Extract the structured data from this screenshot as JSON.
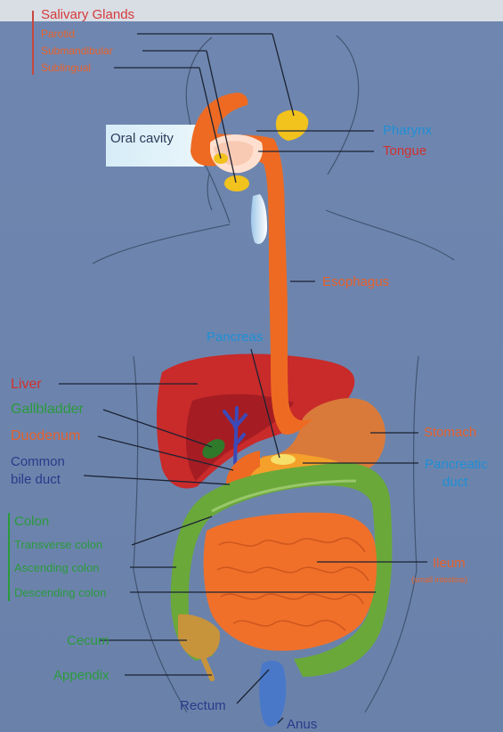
{
  "diagram": {
    "colors": {
      "background": "#6b84ad",
      "background_top": "#d9dde4",
      "outline": "#3f4f6c",
      "salivary_label": "#d63a3a",
      "salivary_bracket": "#c8473f",
      "orange_label": "#e8612c",
      "red_label": "#d0312f",
      "blue_label": "#1e8fd6",
      "green_label": "#2a9a3c",
      "navy_label": "#2a3a8a",
      "esophagus": "#ee6a22",
      "liver": "#c92a2a",
      "liver_shadow": "#9c1a22",
      "stomach": "#d97a3a",
      "gland": "#f2c21d",
      "colon": "#6aa83a",
      "colon_dark": "#4d8a2c",
      "small_intestine": "#f0702a",
      "rectum": "#4a78c8",
      "bile": "#3b4ab8",
      "oral_box": "#d8ecf7",
      "leader": "#1b2233"
    },
    "labels": {
      "salivary_glands": "Salivary Glands",
      "parotid": "Parotid",
      "submandibular": "Submandibular",
      "sublingual": "Sublingual",
      "oral_cavity": "Oral cavity",
      "pharynx": "Pharynx",
      "tongue": "Tongue",
      "esophagus": "Esophagus",
      "pancreas": "Pancreas",
      "liver": "Liver",
      "gallbladder": "Gallbladder",
      "duodenum": "Duodenum",
      "common_bile_duct_1": "Common",
      "common_bile_duct_2": "bile duct",
      "stomach": "Stomach",
      "pancreatic_duct_1": "Pancreatic",
      "pancreatic_duct_2": "duct",
      "colon": "Colon",
      "transverse_colon": "Transverse colon",
      "ascending_colon": "Ascending colon",
      "descending_colon": "Descending colon",
      "ileum": "Ileum",
      "small_intestine": "(small intestine)",
      "cecum": "Cecum",
      "appendix": "Appendix",
      "rectum": "Rectum",
      "anus": "Anus"
    }
  }
}
